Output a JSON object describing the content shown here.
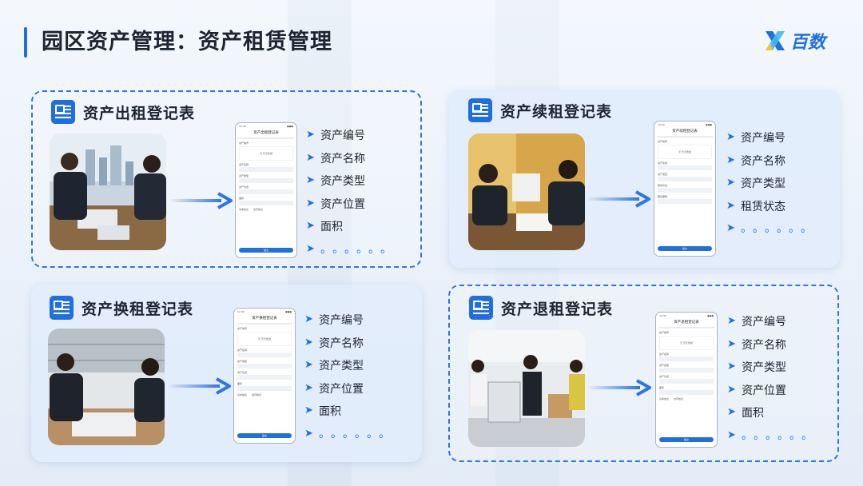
{
  "page": {
    "title": "园区资产管理：资产租赁管理"
  },
  "logo": {
    "text": "百数",
    "mark": "x-logo-icon"
  },
  "colors": {
    "accent": "#1f6fe0",
    "text": "#1f2433"
  },
  "cards": [
    {
      "title": "资产出租登记表",
      "items": [
        "资产编号",
        "资产名称",
        "资产类型",
        "资产位置",
        "面积"
      ],
      "more": "。。。。。。"
    },
    {
      "title": "资产续租登记表",
      "items": [
        "资产编号",
        "资产名称",
        "资产类型",
        "租赁状态"
      ],
      "more": "。。。。。。"
    },
    {
      "title": "资产换租登记表",
      "items": [
        "资产编号",
        "资产名称",
        "资产类型",
        "资产位置",
        "面积"
      ],
      "more": "。。。。。。"
    },
    {
      "title": "资产退租登记表",
      "items": [
        "资产编号",
        "资产名称",
        "资产类型",
        "资产位置",
        "面积"
      ],
      "more": "。。。。。。"
    }
  ]
}
